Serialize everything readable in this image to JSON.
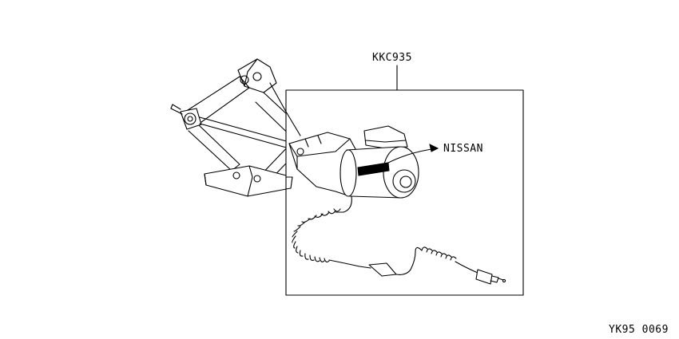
{
  "labels": {
    "part_number": "KKC935",
    "brand": "NISSAN",
    "figure_code": "YK95 0069"
  },
  "colors": {
    "line": "#000000",
    "background": "#ffffff"
  }
}
